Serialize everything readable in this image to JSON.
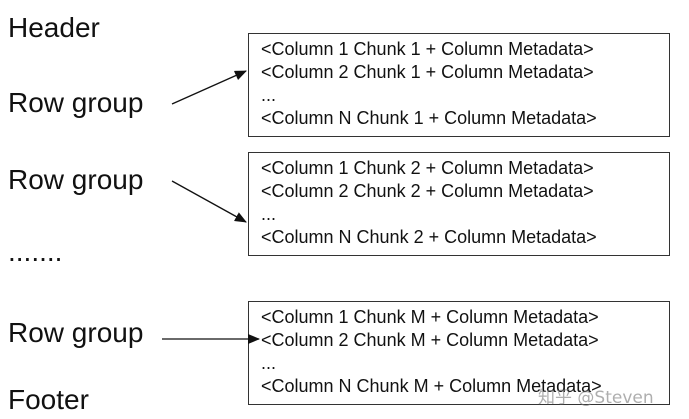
{
  "labels": {
    "header": "Header",
    "row_group_1": "Row group",
    "row_group_2": "Row group",
    "ellipsis": ".......",
    "row_group_m": "Row group",
    "footer": "Footer"
  },
  "boxes": [
    {
      "lines": [
        "<Column 1 Chunk 1 + Column Metadata>",
        "<Column 2 Chunk 1 + Column Metadata>",
        "...",
        "<Column N Chunk 1 + Column Metadata>"
      ]
    },
    {
      "lines": [
        "<Column 1 Chunk 2 + Column Metadata>",
        "<Column 2 Chunk 2 + Column Metadata>",
        "...",
        "<Column N Chunk 2 + Column Metadata>"
      ]
    },
    {
      "lines": [
        "<Column 1 Chunk M + Column Metadata>",
        "<Column 2 Chunk M + Column Metadata>",
        "...",
        "<Column N Chunk M + Column Metadata>"
      ]
    }
  ],
  "watermark": "知乎 @Steven"
}
